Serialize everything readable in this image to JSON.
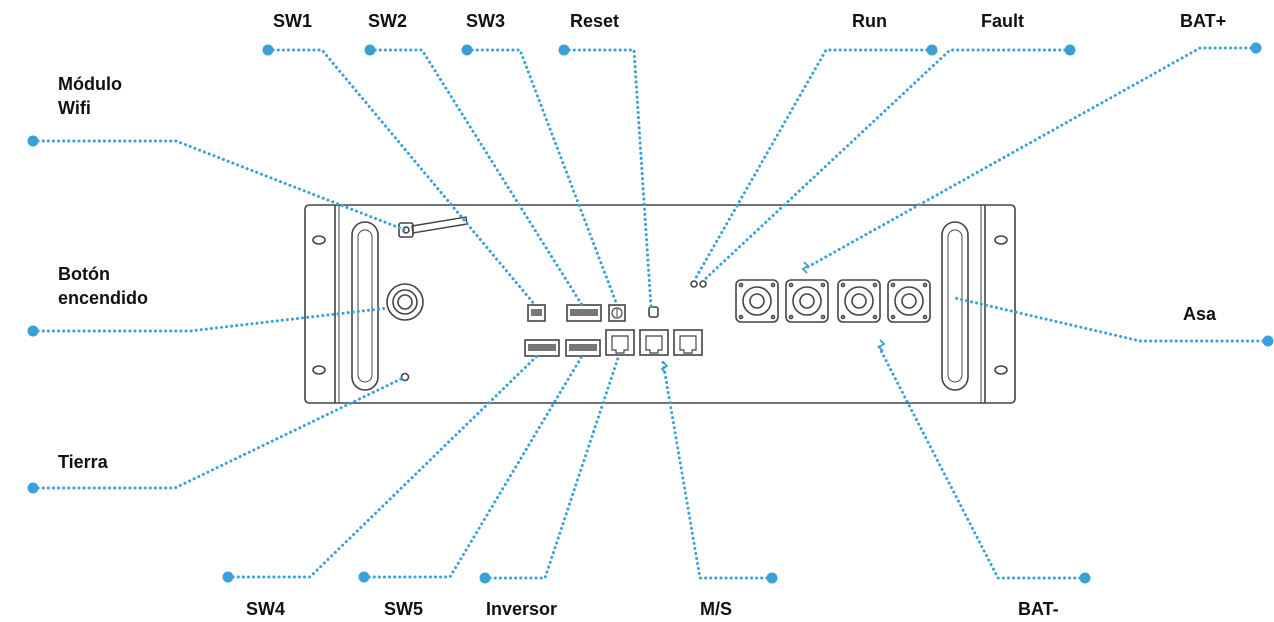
{
  "labels": {
    "sw1": "SW1",
    "sw2": "SW2",
    "sw3": "SW3",
    "reset": "Reset",
    "run": "Run",
    "fault": "Fault",
    "bat_plus": "BAT+",
    "wifi_line1": "Módulo",
    "wifi_line2": "Wifi",
    "power_line1": "Botón",
    "power_line2": "encendido",
    "handle": "Asa",
    "ground": "Tierra",
    "sw4": "SW4",
    "sw5": "SW5",
    "inverter": "Inversor",
    "ms": "M/S",
    "bat_minus": "BAT-"
  },
  "colors": {
    "leader": "#3aa0d8",
    "outline": "#444444",
    "text": "#111111"
  }
}
